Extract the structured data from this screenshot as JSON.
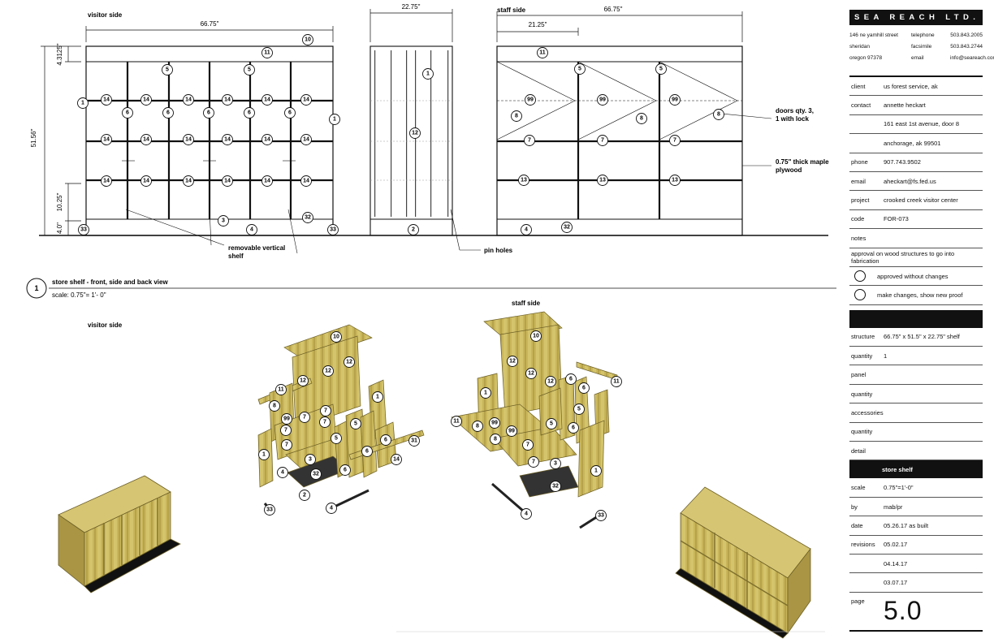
{
  "drawing": {
    "elevation_labels": {
      "visitor": "visitor side",
      "staff": "staff side"
    },
    "dimensions": {
      "visitor_width": "66.75\"",
      "side_width": "22.75\"",
      "staff_width": "66.75\"",
      "staff_partial": "21.25\"",
      "height": "51.56\"",
      "top_rail": "4.3125\"",
      "bottom_bay": "10.25\"",
      "base": "4.0\""
    },
    "notes": {
      "removable_line1": "removable vertical",
      "removable_line2": "shelf",
      "pin_holes": "pin holes",
      "doors_line1": "doors qty. 3,",
      "doors_line2": "1 with lock",
      "plywood_line1": "0.75\" thick maple",
      "plywood_line2": "plywood"
    },
    "view": {
      "number": "1",
      "title": "store shelf - front, side and back view",
      "scale": "scale: 0.75\"= 1'- 0\""
    },
    "iso_labels": {
      "visitor": "visitor side",
      "staff": "staff side"
    }
  },
  "title_block": {
    "company": "SEA REACH LTD.",
    "address": [
      [
        "146 ne yamhill street",
        "telephone",
        "503.843.2005"
      ],
      [
        "sheridan",
        "facsimile",
        "503.843.2744"
      ],
      [
        "oregon 97378",
        "email",
        "info@seareach.com"
      ]
    ],
    "client_rows": [
      {
        "k": "client",
        "v": "us forest service, ak"
      },
      {
        "k": "contact",
        "v": "annette heckart"
      },
      {
        "k": "",
        "v": "161 east 1st avenue, door 8"
      },
      {
        "k": "",
        "v": "anchorage, ak 99501"
      },
      {
        "k": "phone",
        "v": "907.743.9502"
      },
      {
        "k": "email",
        "v": "aheckart@fs.fed.us"
      },
      {
        "k": "project",
        "v": "crooked creek visitor center"
      },
      {
        "k": "code",
        "v": "FOR-073"
      }
    ],
    "notes_label": "notes",
    "approval_text": "approval on wood structures to go into fabrication",
    "approval_options": [
      "approved without changes",
      "make changes, show new proof"
    ],
    "spec_rows": [
      {
        "k": "structure",
        "v": "66.75\" x 51.5\" x 22.75\" shelf"
      },
      {
        "k": "quantity",
        "v": "1"
      },
      {
        "k": "panel",
        "v": ""
      },
      {
        "k": "quantity",
        "v": ""
      },
      {
        "k": "accessories",
        "v": ""
      },
      {
        "k": "quantity",
        "v": ""
      },
      {
        "k": "detail",
        "v": ""
      }
    ],
    "detail_title": "store shelf",
    "meta_rows": [
      {
        "k": "scale",
        "v": "0.75\"=1'-0\""
      },
      {
        "k": "by",
        "v": "mab/pr"
      },
      {
        "k": "date",
        "v": "05.26.17 as built"
      },
      {
        "k": "revisions",
        "v": "05.02.17"
      },
      {
        "k": "",
        "v": "04.14.17"
      },
      {
        "k": "",
        "v": "03.07.17"
      }
    ],
    "page_label": "page",
    "page_number": "5.0"
  },
  "colors": {
    "ink": "#111111",
    "wood": "#c9b65a",
    "wood_dark": "#8f7f35"
  },
  "bubbles": {
    "visitor_elevation": [
      "10",
      "11",
      "5",
      "5",
      "1",
      "14",
      "14",
      "14",
      "14",
      "14",
      "14",
      "6",
      "6",
      "6",
      "6",
      "6",
      "1",
      "14",
      "14",
      "14",
      "14",
      "14",
      "14",
      "14",
      "14",
      "14",
      "14",
      "14",
      "14",
      "3",
      "4",
      "32",
      "33",
      "33"
    ],
    "side_elevation": [
      "1",
      "12",
      "2"
    ],
    "staff_elevation": [
      "11",
      "5",
      "5",
      "99",
      "99",
      "99",
      "8",
      "8",
      "8",
      "7",
      "7",
      "7",
      "13",
      "13",
      "13",
      "4",
      "32"
    ],
    "iso_visitor": [
      "10",
      "12",
      "12",
      "12",
      "11",
      "1",
      "8",
      "99",
      "7",
      "7",
      "7",
      "7",
      "7",
      "5",
      "5",
      "6",
      "6",
      "6",
      "14",
      "31",
      "1",
      "4",
      "3",
      "32",
      "2",
      "33",
      "4"
    ],
    "iso_staff": [
      "10",
      "12",
      "12",
      "12",
      "6",
      "6",
      "11",
      "5",
      "1",
      "11",
      "8",
      "99",
      "8",
      "99",
      "7",
      "3",
      "7",
      "5",
      "6",
      "1",
      "32",
      "4",
      "33"
    ]
  }
}
